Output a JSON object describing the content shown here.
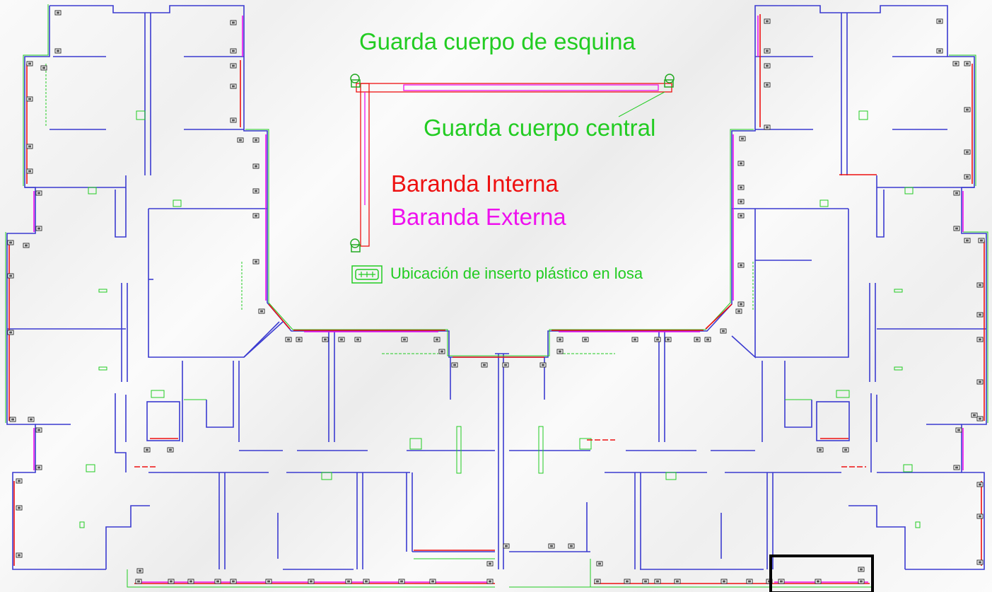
{
  "legend": {
    "corner_guard": "Guarda cuerpo de esquina",
    "central_guard": "Guarda cuerpo central",
    "internal_rail": "Baranda Interna",
    "external_rail": "Baranda Externa",
    "insert_location": "Ubicación de inserto plástico en losa"
  },
  "colors": {
    "walls": "#3b3bd0",
    "green_lines": "#22cc22",
    "internal_rail": "#ee1111",
    "external_rail": "#ee11ee",
    "corner_guard_text": "#22cc22",
    "central_guard_text": "#22cc22",
    "internal_text": "#ee1111",
    "external_text": "#ee11ee",
    "insert_text": "#22cc22",
    "highlight_box": "#000000"
  },
  "icons": {
    "insert_symbol": "plastic-insert-icon",
    "corner_guard_symbol": "corner-guard-icon"
  }
}
